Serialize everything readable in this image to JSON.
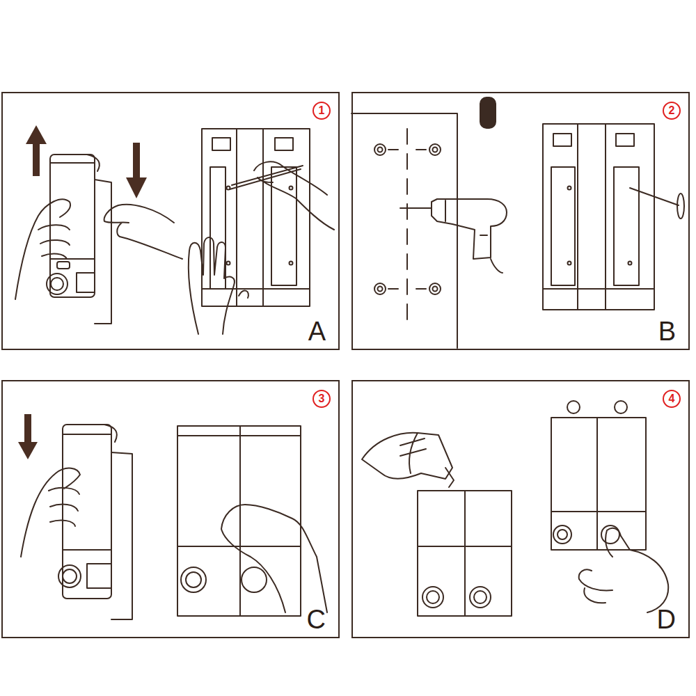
{
  "diagram": {
    "nodes": [
      {
        "text": [
          "A"
        ]
      },
      {
        "text": [
          "1"
        ],
        "in": 0
      },
      {
        "text": [
          "B"
        ]
      },
      {
        "text": [
          "2"
        ],
        "in": 2
      },
      {
        "text": [
          "C"
        ]
      },
      {
        "text": [
          "3"
        ],
        "in": 4
      },
      {
        "text": [
          "D"
        ]
      },
      {
        "text": [
          "4"
        ],
        "in": 6
      }
    ]
  }
}
